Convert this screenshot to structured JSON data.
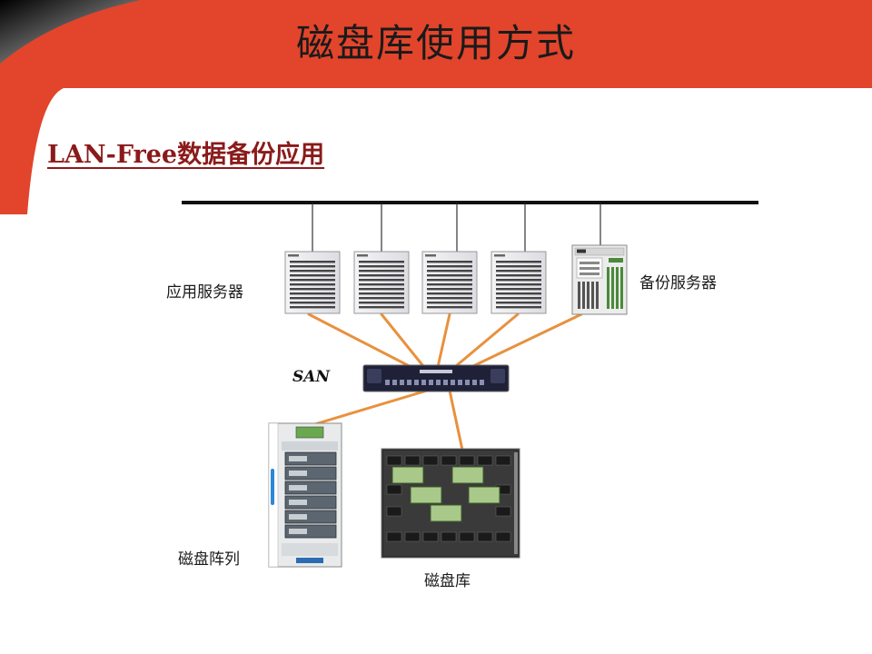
{
  "slide": {
    "title": "磁盘库使用方式",
    "subtitle": "LAN-Free数据备份应用"
  },
  "labels": {
    "app_servers": "应用服务器",
    "backup_server": "备份服务器",
    "san": "SAN",
    "disk_array": "磁盘阵列",
    "disk_library": "磁盘库"
  },
  "colors": {
    "banner": "#e2452b",
    "link": "#e8913e",
    "lan_bus": "#111111",
    "subtitle": "#8b1a1a"
  }
}
